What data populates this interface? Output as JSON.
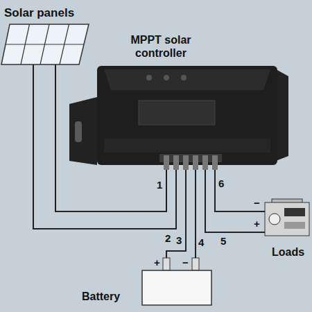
{
  "diagram": {
    "nodes": [
      {
        "text": [
          "Solar panels"
        ]
      },
      {
        "text": [
          "MPPT solar controller"
        ]
      },
      {
        "text": [
          "Loads"
        ]
      },
      {
        "text": [
          "Battery"
        ]
      }
    ],
    "edges": [
      {
        "from": 0,
        "to": 1,
        "arrow": "none",
        "label": "1"
      },
      {
        "from": 0,
        "to": 1,
        "arrow": "none",
        "label": "2"
      },
      {
        "from": 1,
        "to": 3,
        "arrow": "none",
        "label": "3"
      },
      {
        "from": 1,
        "to": 3,
        "arrow": "none",
        "label": "4"
      },
      {
        "from": 1,
        "to": 2,
        "arrow": "none",
        "label": "5"
      },
      {
        "from": 1,
        "to": 2,
        "arrow": "none",
        "label": "6"
      }
    ],
    "labels": [
      "+",
      "−",
      "−",
      "+"
    ]
  }
}
